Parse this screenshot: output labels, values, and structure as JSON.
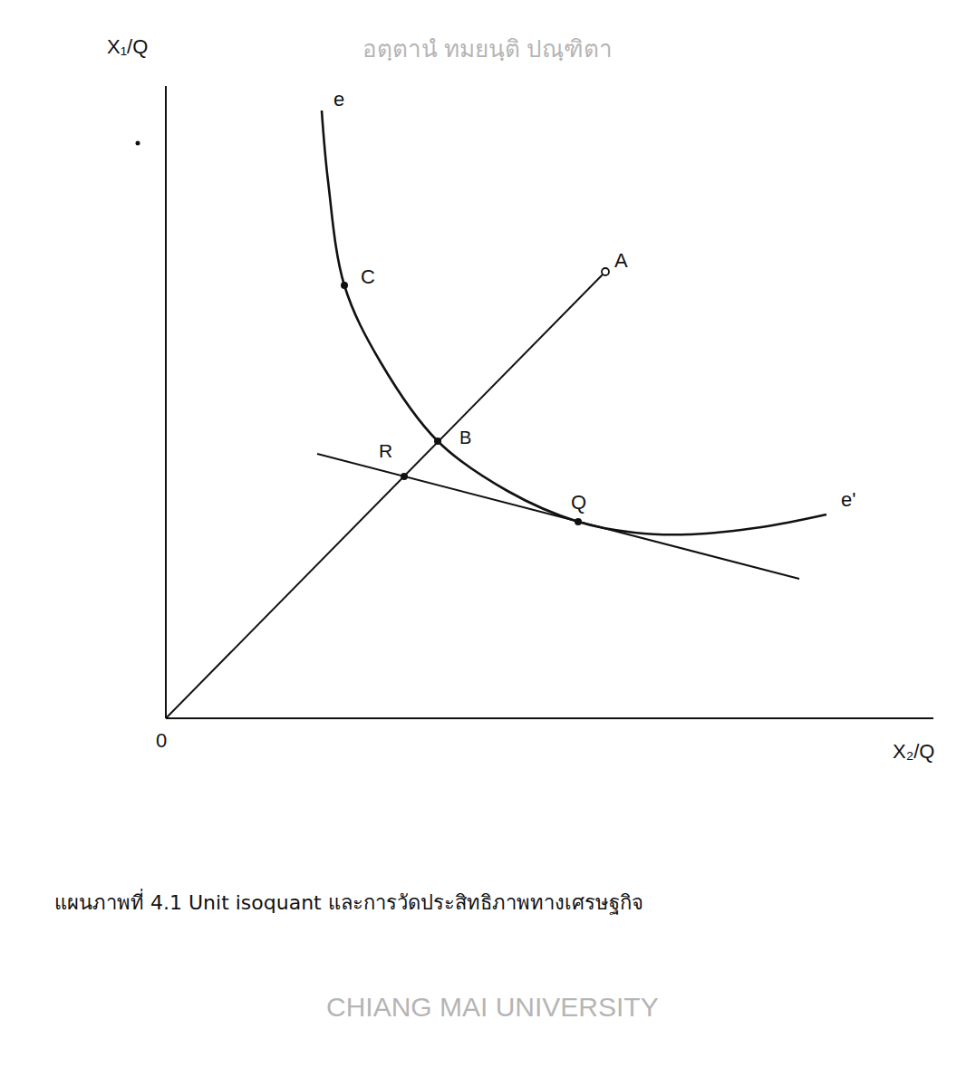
{
  "diagram": {
    "caption": "แผนภาพที่ 4.1 Unit isoquant และการวัดประสิทธิภาพทางเศรษฐกิจ",
    "labels": [
      "X₁/Q",
      "0",
      "X₂/Q",
      "e",
      "C",
      "A",
      "R",
      "B",
      "Q",
      "e'",
      "อตฺตานํ ทมยนฺติ ปณฺฑิตา",
      "CHIANG MAI UNIVERSITY"
    ]
  }
}
